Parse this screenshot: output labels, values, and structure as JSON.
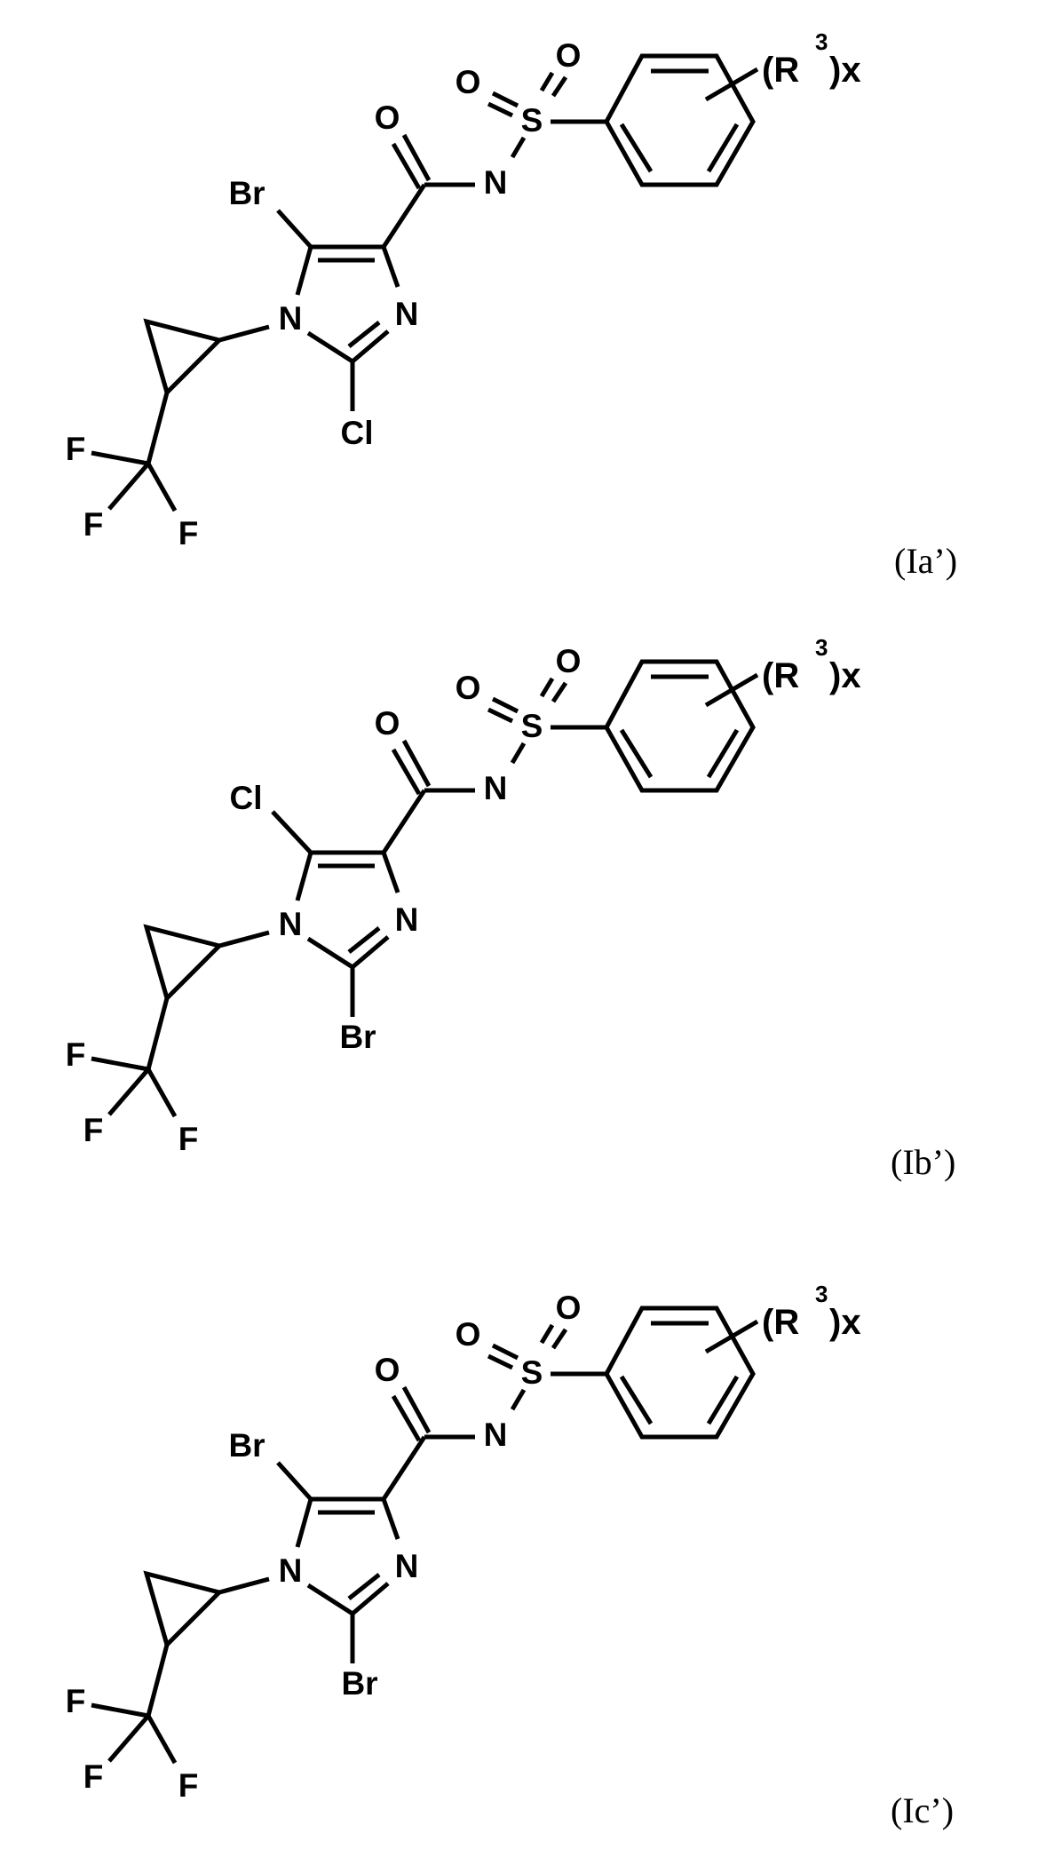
{
  "page": {
    "background": "#ffffff",
    "ink": "#000000"
  },
  "structures": [
    {
      "caption": "(Ia’)",
      "atoms": {
        "halogen_5": "Br",
        "halogen_2": "Cl",
        "carbonyl_O": "O",
        "amide_N": "N",
        "sulfonyl_S": "S",
        "sulfonyl_O1": "O",
        "sulfonyl_O2": "O",
        "ring_N1": "N",
        "ring_N3": "N",
        "F1": "F",
        "F2": "F",
        "F3": "F"
      },
      "substituent": {
        "open": "(R",
        "sup": "3",
        "close": ")x"
      }
    },
    {
      "caption": "(Ib’)",
      "atoms": {
        "halogen_5": "Cl",
        "halogen_2": "Br",
        "carbonyl_O": "O",
        "amide_N": "N",
        "sulfonyl_S": "S",
        "sulfonyl_O1": "O",
        "sulfonyl_O2": "O",
        "ring_N1": "N",
        "ring_N3": "N",
        "F1": "F",
        "F2": "F",
        "F3": "F"
      },
      "substituent": {
        "open": "(R",
        "sup": "3",
        "close": ")x"
      }
    },
    {
      "caption": "(Ic’)",
      "atoms": {
        "halogen_5": "Br",
        "halogen_2": "Br",
        "carbonyl_O": "O",
        "amide_N": "N",
        "sulfonyl_S": "S",
        "sulfonyl_O1": "O",
        "sulfonyl_O2": "O",
        "ring_N1": "N",
        "ring_N3": "N",
        "F1": "F",
        "F2": "F",
        "F3": "F"
      },
      "substituent": {
        "open": "(R",
        "sup": "3",
        "close": ")x"
      }
    }
  ]
}
